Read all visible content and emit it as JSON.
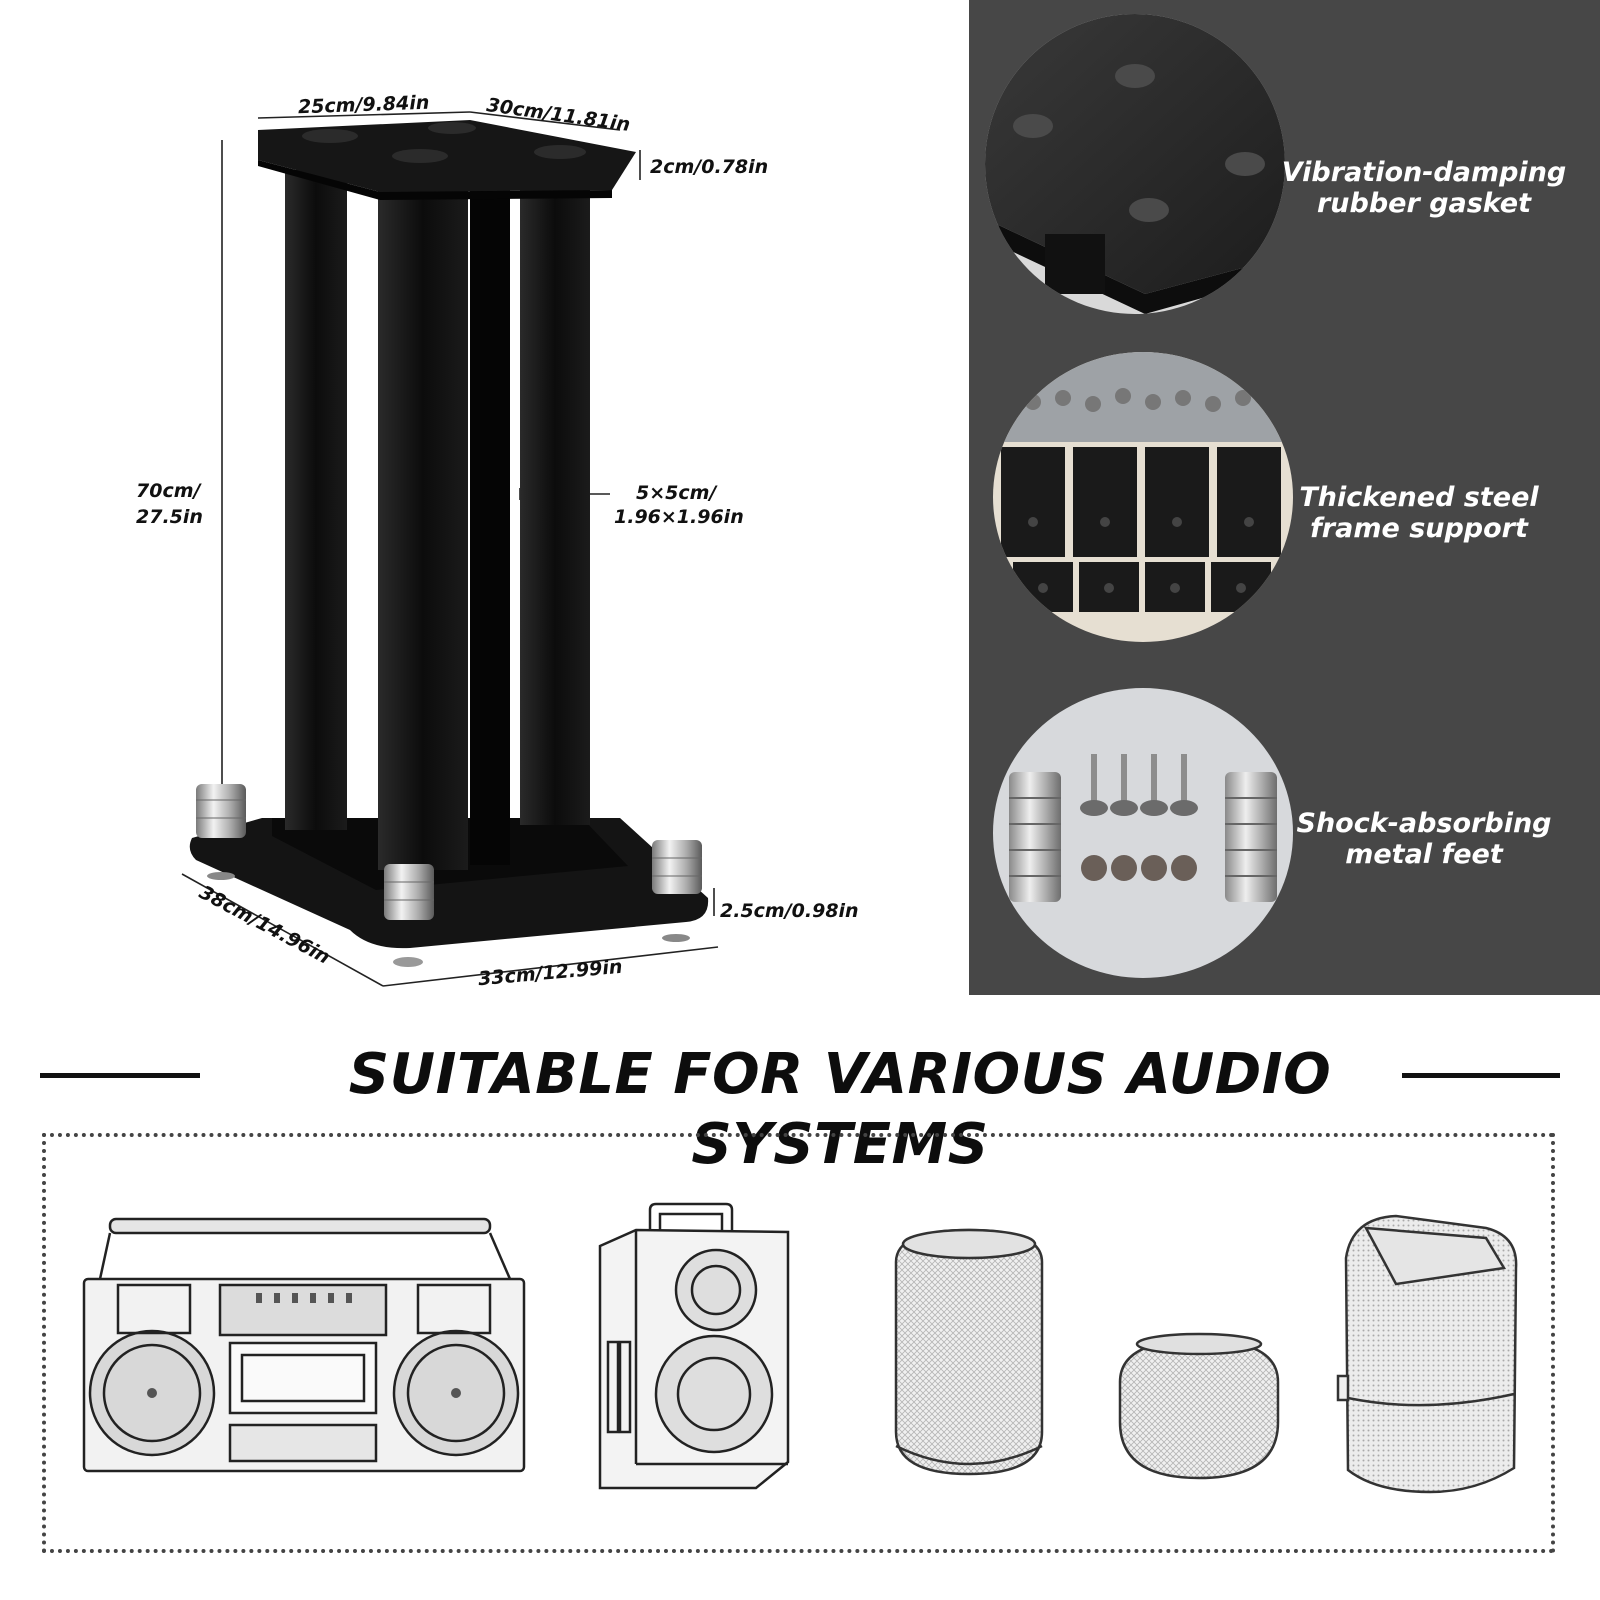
{
  "dimensions": {
    "top_width": "25cm/9.84in",
    "top_depth": "30cm/11.81in",
    "top_thickness": "2cm/0.78in",
    "height_line1": "70cm/",
    "height_line2": "27.5in",
    "pillar_line1": "5×5cm/",
    "pillar_line2": "1.96×1.96in",
    "base_depth": "38cm/14.96in",
    "base_thickness": "2.5cm/0.98in",
    "base_width": "33cm/12.99in"
  },
  "features": [
    {
      "line1": "Vibration-damping",
      "line2": "rubber gasket",
      "icon": "rubber-gasket-photo"
    },
    {
      "line1": "Thickened steel",
      "line2": "frame support",
      "icon": "steel-tubes-photo"
    },
    {
      "line1": "Shock-absorbing",
      "line2": "metal feet",
      "icon": "metal-feet-photo"
    }
  ],
  "section_title": "SUITABLE FOR VARIOUS AUDIO SYSTEMS",
  "systems": [
    {
      "icon": "boombox-icon"
    },
    {
      "icon": "bookshelf-speaker-icon"
    },
    {
      "icon": "cylinder-speaker-icon"
    },
    {
      "icon": "smart-speaker-icon"
    },
    {
      "icon": "fabric-speaker-icon"
    }
  ],
  "colors": {
    "panel": "#474747",
    "stand": "#121212",
    "chrome": "#c8c8c8",
    "text": "#111111"
  }
}
